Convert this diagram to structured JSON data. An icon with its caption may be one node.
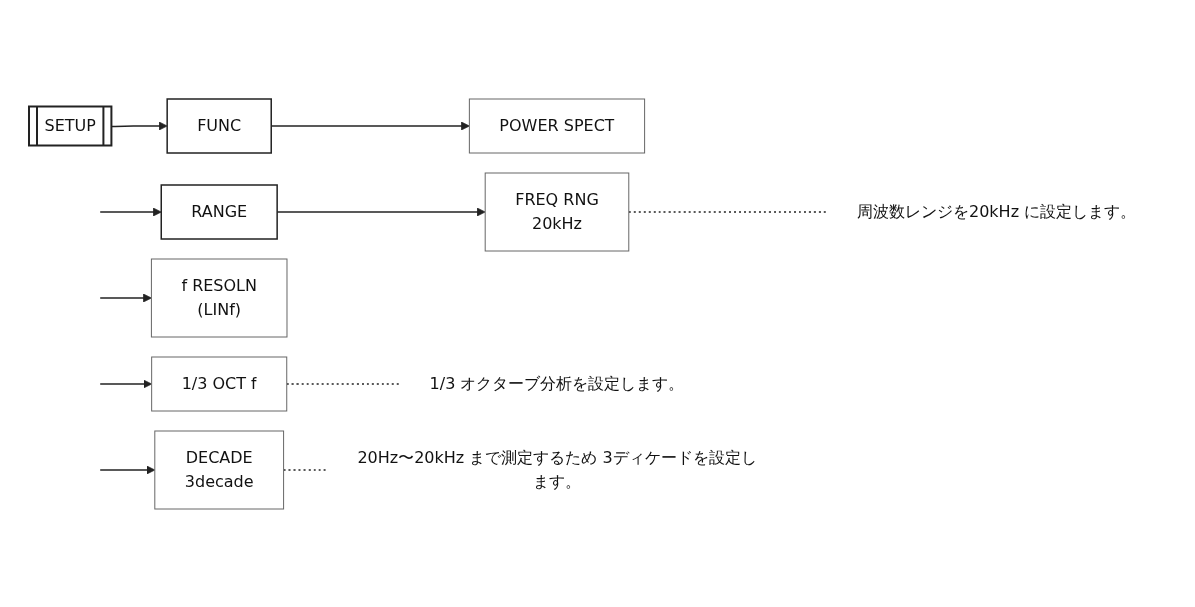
{
  "diagram": {
    "nodes": [
      {
        "text": [
          "SETUP"
        ]
      },
      {
        "text": [
          "FUNC"
        ]
      },
      {
        "text": [
          "POWER SPECT"
        ]
      },
      {
        "text": [
          "RANGE"
        ]
      },
      {
        "text": [
          "FREQ RNG",
          "20kHz"
        ]
      },
      {
        "text": [
          "周波数レンジを20kHz に設定します。"
        ]
      },
      {
        "text": [
          "f RESOLN",
          "(LINf)"
        ]
      },
      {
        "text": [
          "1/3 OCT f"
        ]
      },
      {
        "text": [
          "1/3 オクターブ分析を設定します。"
        ]
      },
      {
        "text": [
          "DECADE",
          "3decade"
        ]
      },
      {
        "text": [
          "20Hz〜20kHz まで測定するため 3ディケードを設定します。"
        ]
      }
    ],
    "edges": [
      {
        "from": 0,
        "to": 1,
        "arrow": "to"
      },
      {
        "from": 1,
        "to": 2,
        "arrow": "to"
      },
      {
        "from": null,
        "to": 3,
        "arrow": "to"
      },
      {
        "from": 3,
        "to": 4,
        "arrow": "to"
      },
      {
        "from": 4,
        "to": 5,
        "arrow": "none",
        "style": "dashed"
      },
      {
        "from": null,
        "to": 6,
        "arrow": "to"
      },
      {
        "from": null,
        "to": 7,
        "arrow": "to"
      },
      {
        "from": 7,
        "to": 8,
        "arrow": "none",
        "style": "dashed"
      },
      {
        "from": null,
        "to": 9,
        "arrow": "to"
      },
      {
        "from": 9,
        "to": 10,
        "arrow": "none",
        "style": "dashed"
      }
    ]
  }
}
